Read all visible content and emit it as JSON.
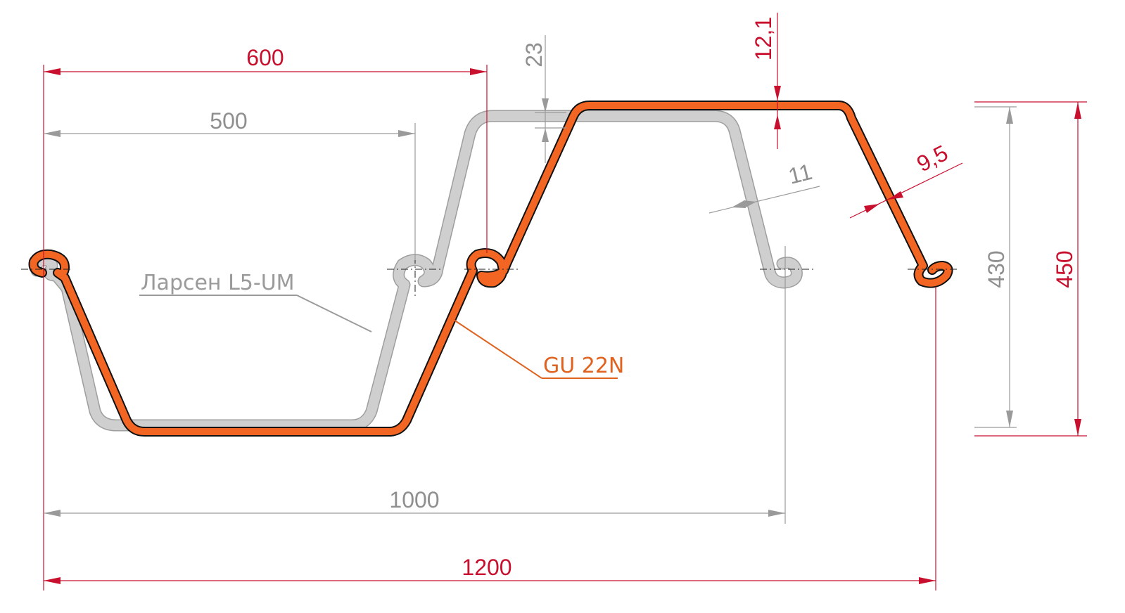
{
  "dimensions": {
    "d600": "600",
    "d500": "500",
    "d23": "23",
    "d12_1": "12,1",
    "d11": "11",
    "d9_5": "9,5",
    "d430": "430",
    "d450": "450",
    "d1000": "1000",
    "d1200": "1200"
  },
  "labels": {
    "larssen": "Ларсен L5-UM",
    "gu": "GU 22N"
  },
  "colors": {
    "red_dimension": "#c8102e",
    "gray_dimension": "#9a9a9a",
    "orange_profile": "#f26522",
    "gray_profile": "#cfcfcf"
  }
}
